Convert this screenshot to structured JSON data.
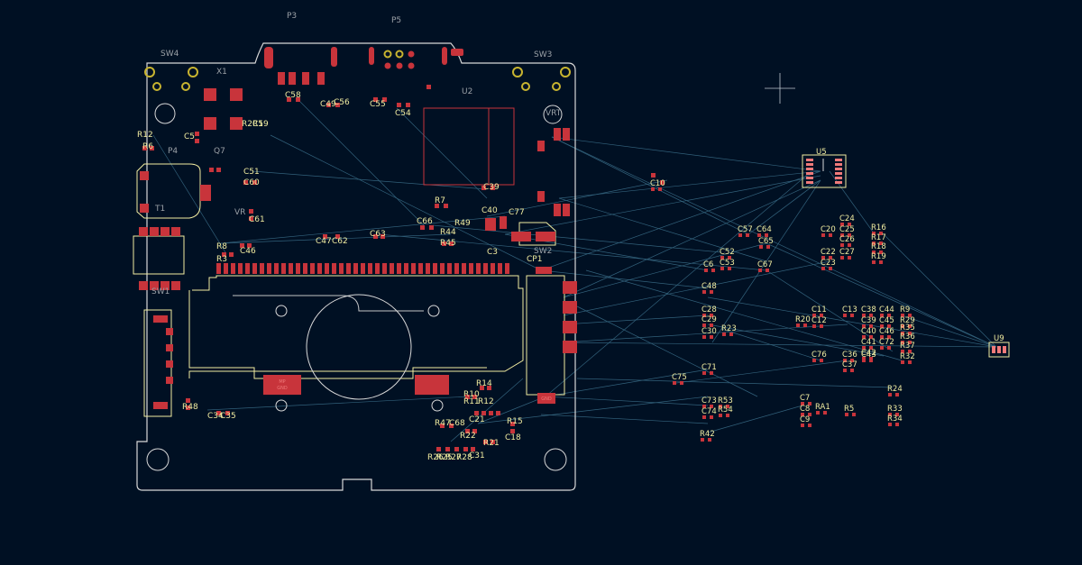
{
  "colors": {
    "background": "#001023",
    "outline": "#d8d8d8",
    "silk_yellow": "#f2eda1",
    "silk_gray": "#9aa0a6",
    "pad_red": "#c8343b",
    "pad_light": "#f07a7a",
    "ratsnest": "#3b6f8a",
    "gold": "#c8b430"
  },
  "header_labels": {
    "p3": "P3",
    "p5": "P5"
  },
  "board_labels": {
    "sw4": "SW4",
    "x1": "X1",
    "sw3": "SW3",
    "u2": "U2",
    "vrt": "VRT",
    "q7": "Q7",
    "p4": "P4",
    "t1": "T1",
    "sw1": "SW1",
    "vr": "VR",
    "r12": "R12",
    "r6": "R6",
    "c5": "C5",
    "c58": "C58",
    "c49": "C49",
    "c56": "C56",
    "c55": "C55",
    "c54": "C54",
    "c51": "C51",
    "c60": "C60",
    "c61": "C61",
    "r7": "R7",
    "c66": "C66",
    "r49": "R49",
    "r44": "R44",
    "r45": "R45",
    "c47": "C47",
    "c62": "C62",
    "c63": "C63",
    "r8": "R8",
    "r3": "R3",
    "c46": "C46",
    "cp1": "CP1",
    "sw2": "SW2",
    "c3": "C3",
    "c77": "C77",
    "r14": "R14",
    "r10": "R10",
    "r11": "R11",
    "r12b": "R12",
    "r47": "R47",
    "c68": "C68",
    "r22": "R22",
    "r21": "R21",
    "c21": "C21",
    "c18": "C18",
    "r15": "R15",
    "r26": "R26",
    "r25": "R25",
    "r27": "R27",
    "r28": "R28",
    "c31": "C31",
    "r48": "R48",
    "c34": "C34",
    "c35": "C35",
    "r2r1": "R2R1",
    "c59": "C59",
    "c40": "C40",
    "c39": "C39"
  },
  "pad_text": {
    "a": "MP",
    "b": "GND",
    "c": "GND"
  },
  "free_labels": [
    "U5",
    "C10",
    "C57",
    "C64",
    "C65",
    "C20",
    "C24",
    "C25",
    "C26",
    "R16",
    "R17",
    "R18",
    "R19",
    "C52",
    "C53",
    "C6",
    "C67",
    "C22",
    "C23",
    "C27",
    "C48",
    "C28",
    "C29",
    "C30",
    "R23",
    "C11",
    "C13",
    "C38",
    "C44",
    "R9",
    "R20",
    "C12",
    "C39",
    "C45",
    "R29",
    "C40",
    "C46",
    "R35",
    "C41",
    "C72",
    "R36",
    "C42",
    "R37",
    "C76",
    "C36",
    "C37",
    "C43",
    "R32",
    "C71",
    "C75",
    "R24",
    "C7",
    "C8",
    "RA1",
    "R5",
    "C9",
    "R33",
    "R34",
    "C73",
    "R53",
    "C74",
    "R54",
    "R42",
    "U9"
  ]
}
